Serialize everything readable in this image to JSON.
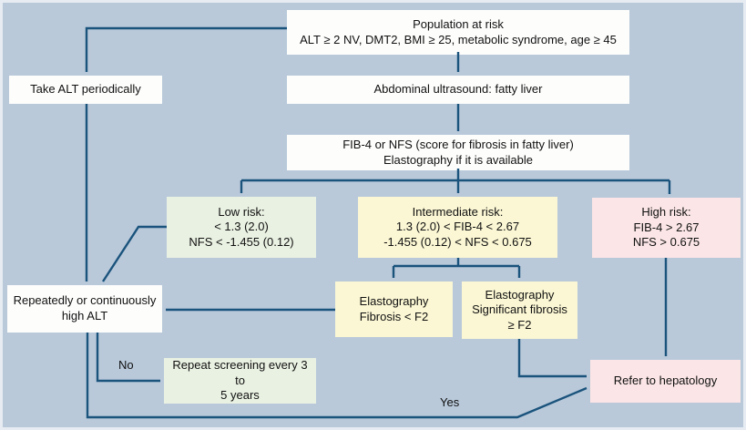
{
  "diagram": {
    "nodes": {
      "population": {
        "text": "Population at risk\nALT ≥ 2 NV, DMT2, BMI ≥ 25, metabolic syndrome, age ≥ 45"
      },
      "take_alt": {
        "text": "Take ALT periodically"
      },
      "ultrasound": {
        "text": "Abdominal ultrasound: fatty liver"
      },
      "fib4": {
        "text": "FIB-4 or NFS (score for fibrosis in fatty liver)\nElastography if it is available"
      },
      "low_risk": {
        "text": "Low risk:\n< 1.3 (2.0)\nNFS < -1.455 (0.12)"
      },
      "intermediate_risk": {
        "text": "Intermediate risk:\n1.3 (2.0) < FIB-4 < 2.67\n-1.455 (0.12) < NFS < 0.675"
      },
      "high_risk": {
        "text": "High risk:\nFIB-4 > 2.67\nNFS > 0.675"
      },
      "repeatedly_high_alt": {
        "text": "Repeatedly or continuously\nhigh ALT"
      },
      "elastography_low": {
        "text": "Elastography\nFibrosis < F2"
      },
      "elastography_significant": {
        "text": "Elastography\nSignificant fibrosis\n≥ F2"
      },
      "repeat_screening": {
        "text": "Repeat screening every 3 to\n5 years"
      },
      "refer_hepatology": {
        "text": "Refer to hepatology"
      }
    },
    "edge_labels": {
      "no": "No",
      "yes": "Yes"
    },
    "palette": {
      "bg": "#b9c9da",
      "arrow": "#1a537c",
      "white": "#fdfdfc",
      "green": "#e9f1e2",
      "yellow": "#fbf7d4",
      "pink": "#fbe5e6"
    }
  }
}
